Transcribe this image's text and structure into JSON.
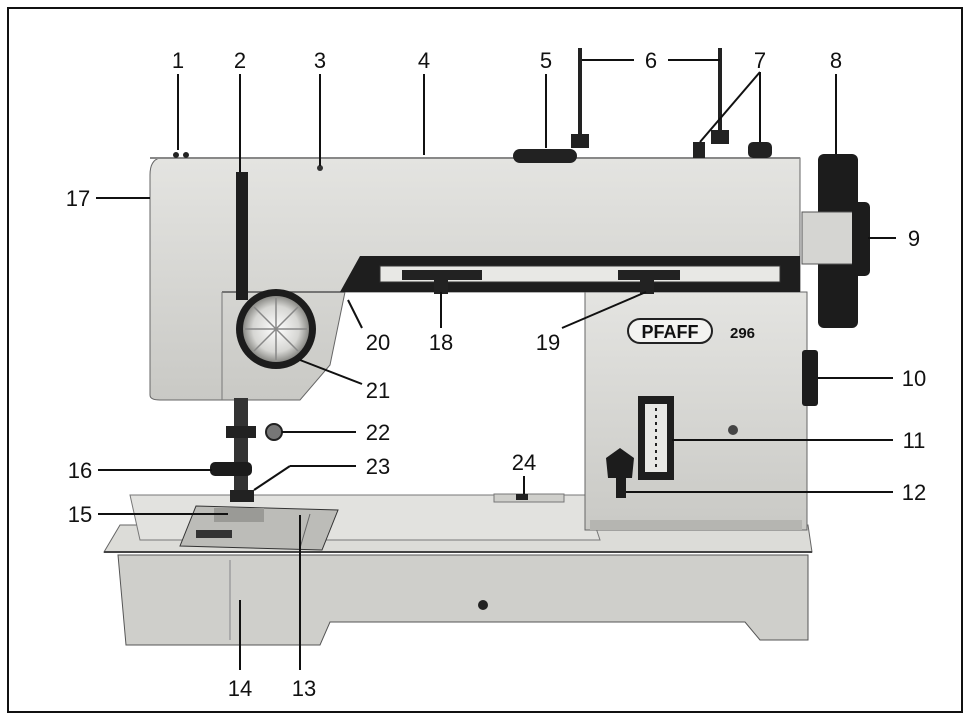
{
  "figure": {
    "brand_badge": "PFAFF",
    "model_number": "296",
    "callouts": [
      "1",
      "2",
      "3",
      "4",
      "5",
      "6",
      "7",
      "8",
      "9",
      "10",
      "11",
      "12",
      "13",
      "14",
      "15",
      "16",
      "17",
      "18",
      "19",
      "20",
      "21",
      "22",
      "23",
      "24"
    ]
  },
  "colors": {
    "ink": "#111111",
    "paper": "#ffffff",
    "body_light": "#d9d9d6",
    "body_shade": "#bdbdb8",
    "base": "#cfcfcb",
    "dark": "#1e1e1e"
  }
}
